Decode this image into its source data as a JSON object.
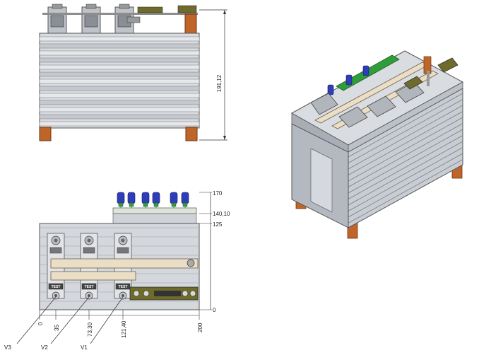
{
  "views": {
    "front": {
      "height_dim": "191,12"
    },
    "top": {
      "right_dims": [
        "170",
        "140,10",
        "125",
        "0"
      ],
      "bottom_dims": [
        "0",
        "35",
        "73,30",
        "121,40",
        "200"
      ],
      "phase_labels": [
        "V3",
        "V2",
        "V1"
      ],
      "terminal_label": "TEST"
    }
  },
  "colors": {
    "copper": "#c0652a",
    "fin": "#c8ccd3",
    "capacitor": "#2f3db8",
    "pcb": "#2f9e3a",
    "bus_bar": "#eadfc6",
    "bracket": "#6f6b2a"
  }
}
